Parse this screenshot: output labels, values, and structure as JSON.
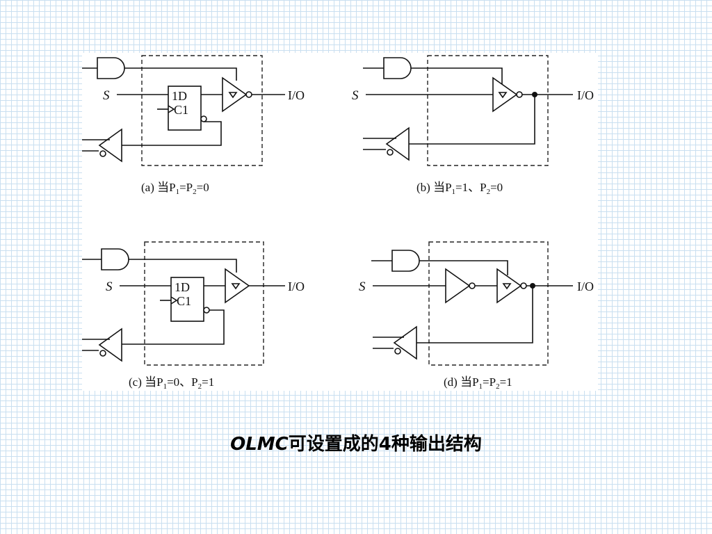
{
  "labels": {
    "s": "S",
    "io": "I/O",
    "dff_d": "1D",
    "dff_c": "C1"
  },
  "panels": {
    "a": {
      "pre": "(a) 当P",
      "s1": "1",
      "mid": "=P",
      "s2": "2",
      "post": "=0"
    },
    "b": {
      "pre": "(b) 当P",
      "s1": "1",
      "mid": "=1、P",
      "s2": "2",
      "post": "=0"
    },
    "c": {
      "pre": "(c) 当P",
      "s1": "1",
      "mid": "=0、P",
      "s2": "2",
      "post": "=1"
    },
    "d": {
      "pre": "(d) 当P",
      "s1": "1",
      "mid": "=P",
      "s2": "2",
      "post": "=1"
    }
  },
  "caption": {
    "latin": "OLMC",
    "text": "可设置成的4种输出结构"
  }
}
